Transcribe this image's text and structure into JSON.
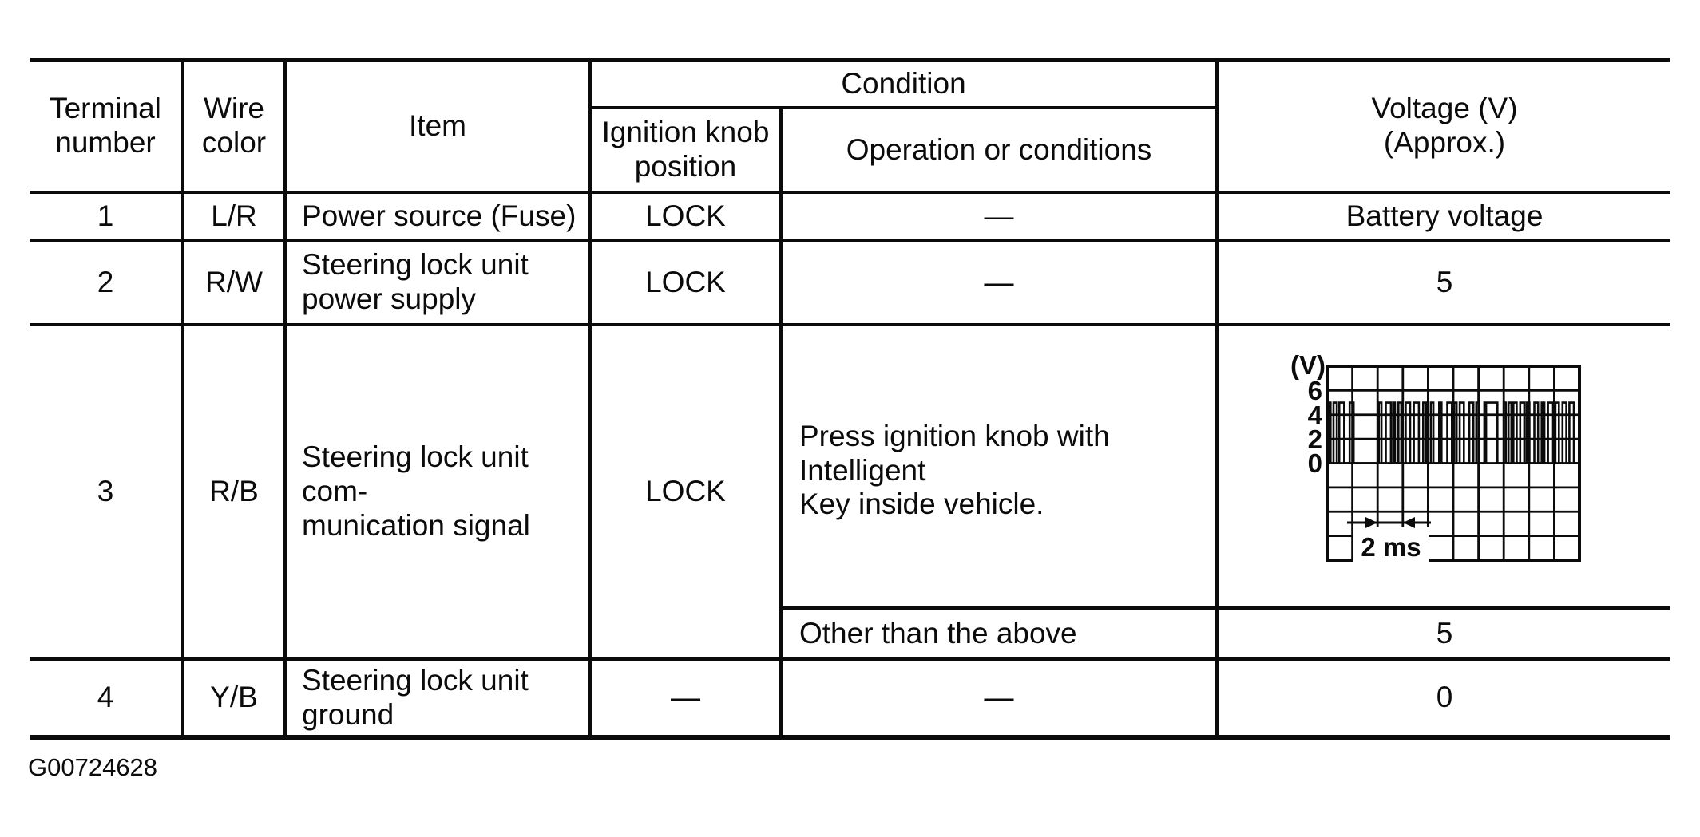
{
  "figure_id": "G00724628",
  "colors": {
    "ink": "#0b0b0b",
    "paper": "#ffffff"
  },
  "table": {
    "headers": {
      "terminal_number": "Terminal\nnumber",
      "wire_color": "Wire\ncolor",
      "item": "Item",
      "condition": "Condition",
      "ignition_knob_position": "Ignition knob\nposition",
      "operation_or_conditions": "Operation or conditions",
      "voltage": "Voltage (V)\n(Approx.)"
    },
    "rows": [
      {
        "terminal": "1",
        "wire": "L/R",
        "item": "Power source (Fuse)",
        "ignition": "LOCK",
        "operation": "—",
        "voltage": "Battery voltage"
      },
      {
        "terminal": "2",
        "wire": "R/W",
        "item": "Steering lock unit\npower supply",
        "ignition": "LOCK",
        "operation": "—",
        "voltage": "5"
      },
      {
        "terminal": "3",
        "wire": "R/B",
        "item": "Steering lock unit com-\nmunication signal",
        "ignition": "LOCK",
        "sub_rows": [
          {
            "operation": "Press ignition knob with Intelligent\nKey inside vehicle.",
            "voltage_is_waveform_chart": true
          },
          {
            "operation": "Other than the above",
            "voltage": "5"
          }
        ]
      },
      {
        "terminal": "4",
        "wire": "Y/B",
        "item": "Steering lock unit\nground",
        "ignition": "—",
        "operation": "—",
        "voltage": "0"
      }
    ]
  },
  "chart_data": {
    "type": "line",
    "ylabel": "(V)",
    "yticks": [
      6,
      4,
      2,
      0
    ],
    "x_scale_label": "2 ms",
    "x_divisions": 10,
    "y_divisions": 8,
    "volts_per_division": 2,
    "signal_low_v": 0,
    "signal_high_v": 5,
    "segments": [
      {
        "type": "burst",
        "from_col": 0,
        "to_col": 1.05
      },
      {
        "type": "low",
        "from_col": 1.05,
        "to_col": 2.05
      },
      {
        "type": "burst",
        "from_col": 2.05,
        "to_col": 6.3
      },
      {
        "type": "high",
        "from_col": 6.3,
        "to_col": 6.75
      },
      {
        "type": "low",
        "from_col": 6.75,
        "to_col": 7.0
      },
      {
        "type": "burst",
        "from_col": 7.0,
        "to_col": 9.95
      }
    ]
  }
}
